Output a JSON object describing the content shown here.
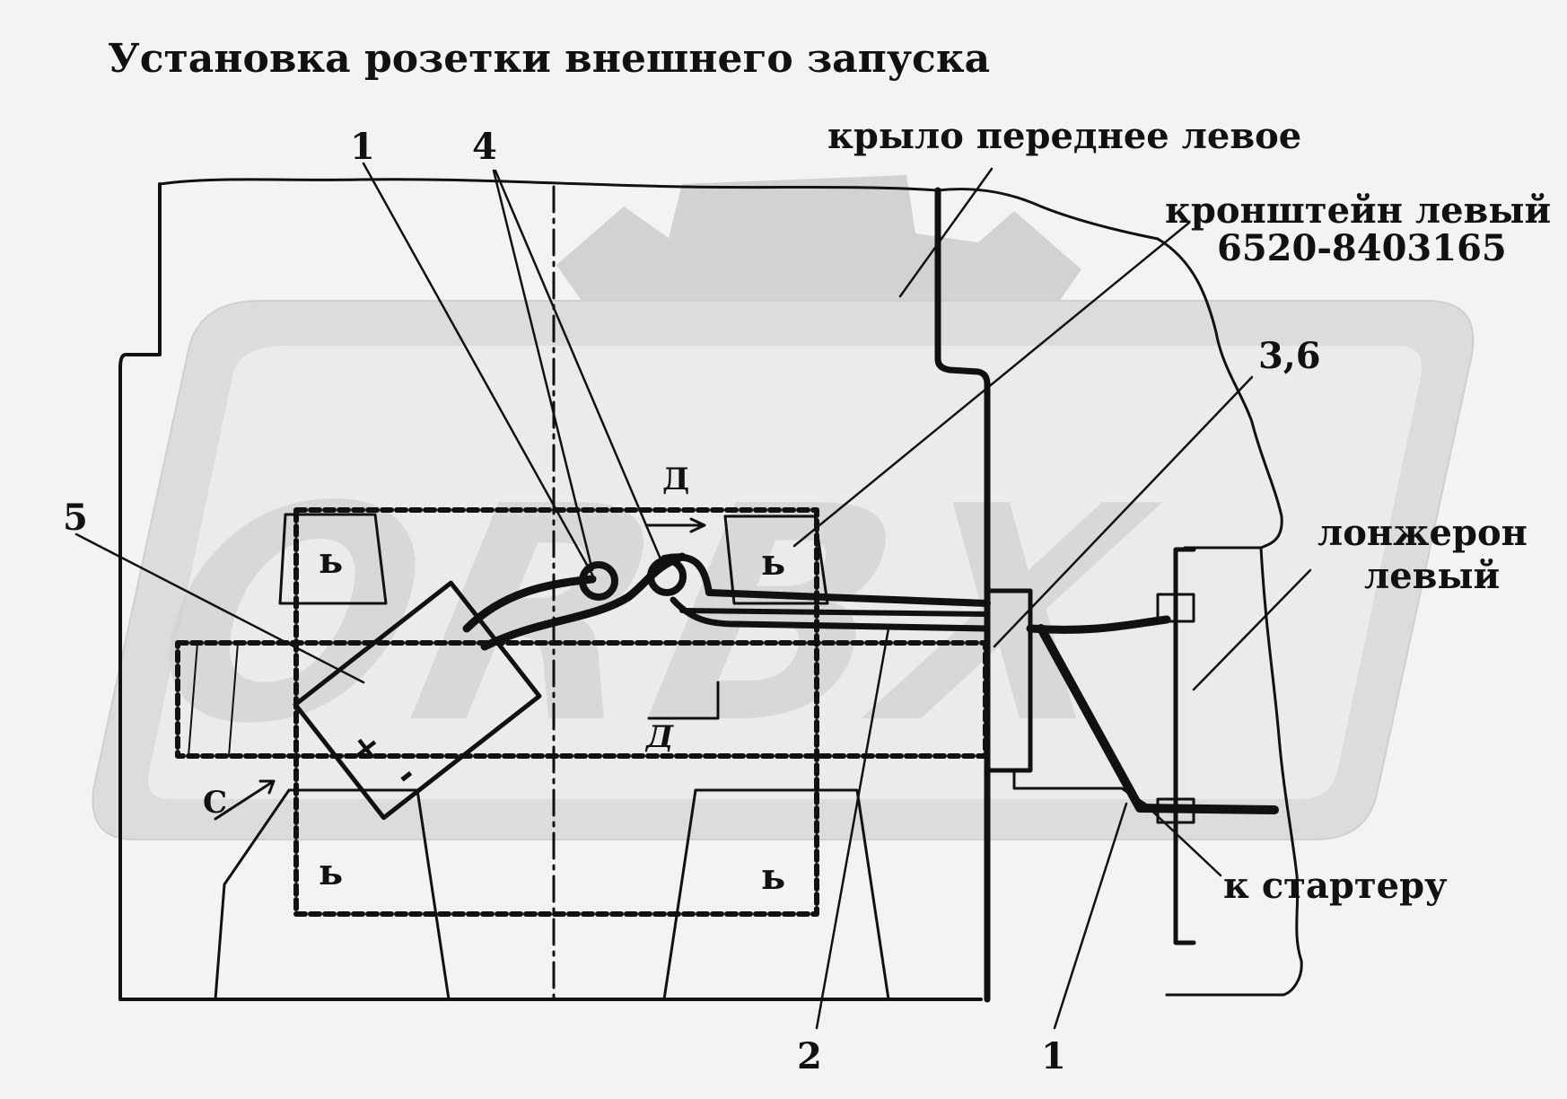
{
  "title": "Установка розетки внешнего запуска",
  "watermark_text": "ORBX",
  "callouts": {
    "c1_top": "1",
    "c4": "4",
    "c5": "5",
    "c2": "2",
    "c1_bottom": "1",
    "c36": "3,6"
  },
  "labels": {
    "wing": "крыло переднее левое",
    "bracket_line1": "кронштейн левый",
    "bracket_line2": "6520-8403165",
    "spar_line1": "лонжерон",
    "spar_line2": "левый",
    "starter": "к стартеру"
  },
  "view_marks": {
    "d_top": "Д",
    "d_bottom": "Д",
    "c_view": "С"
  },
  "symbols": {
    "plus": "+",
    "minus": "-",
    "battery_terminal": "ь"
  },
  "colors": {
    "background": "#f3f3f3",
    "line": "#111111",
    "watermark": "#d2d2d2"
  }
}
